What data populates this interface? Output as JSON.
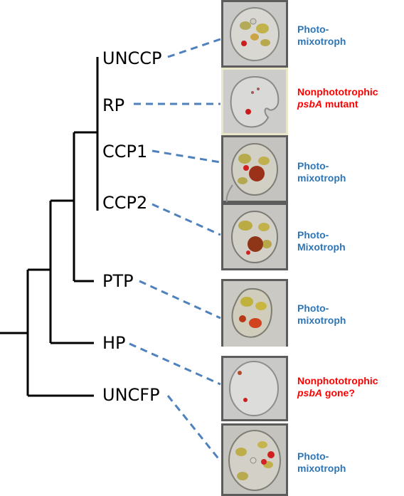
{
  "colors": {
    "tree_line": "#000000",
    "connector": "#4f81bd",
    "photomixotroph": "#2e75b6",
    "nonphototrophic": "#ff0000"
  },
  "taxa": [
    {
      "id": "unccp",
      "label": "UNCCP"
    },
    {
      "id": "rp",
      "label": "RP"
    },
    {
      "id": "ccp1",
      "label": "CCP1"
    },
    {
      "id": "ccp2",
      "label": "CCP2"
    },
    {
      "id": "ptp",
      "label": "PTP"
    },
    {
      "id": "hp",
      "label": "HP"
    },
    {
      "id": "uncfp",
      "label": "UNCFP"
    }
  ],
  "captions": [
    {
      "line1": "Photo-",
      "line2": "mixotroph",
      "status": "photomixotroph"
    },
    {
      "line1": "Nonphototrophic",
      "line2_italic": "psbA",
      "line2_rest": " mutant",
      "status": "nonphototrophic"
    },
    {
      "line1": "Photo-",
      "line2": "mixotroph",
      "status": "photomixotroph"
    },
    {
      "line1": "Photo-",
      "line2": "Mixotroph",
      "status": "photomixotroph"
    },
    {
      "line1": "Photo-",
      "line2": "mixotroph",
      "status": "photomixotroph"
    },
    {
      "line1": "Nonphototrophic",
      "line2_italic": "psbA",
      "line2_rest": " gone?",
      "status": "nonphototrophic"
    },
    {
      "line1": "Photo-",
      "line2": "mixotroph",
      "status": "photomixotroph"
    }
  ]
}
